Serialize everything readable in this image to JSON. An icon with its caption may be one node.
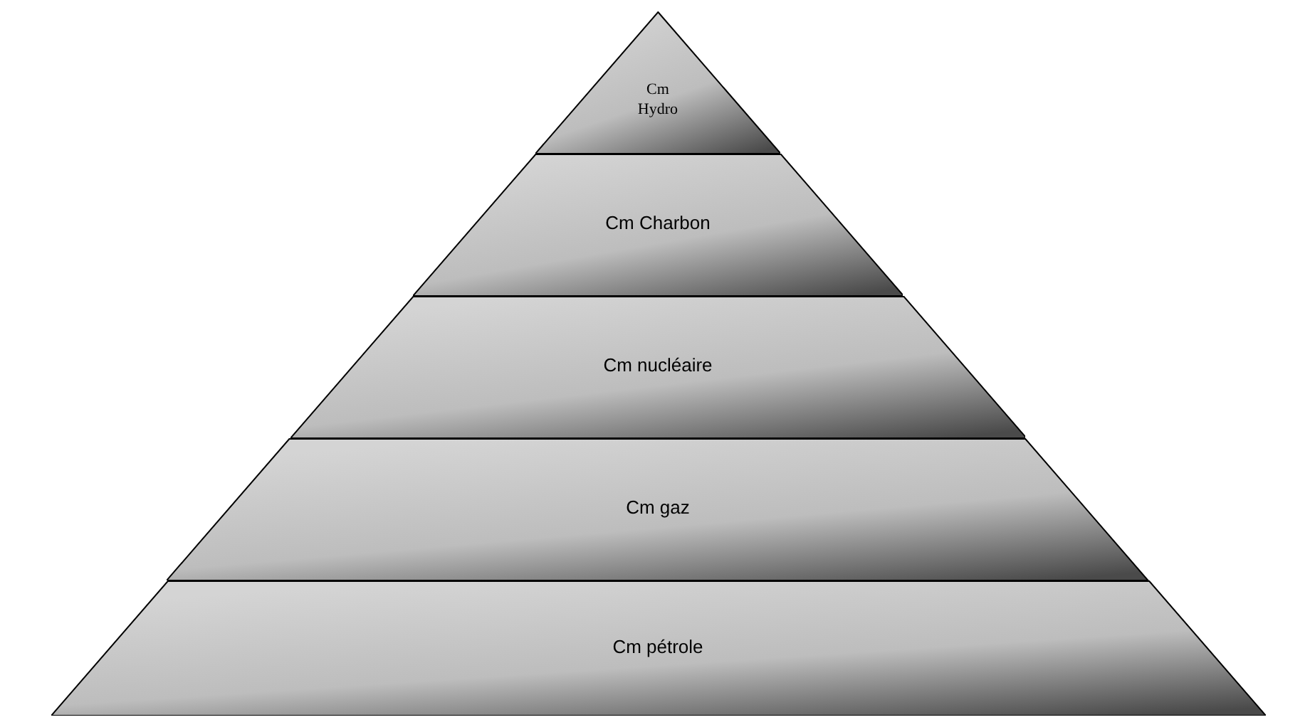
{
  "diagram": {
    "nodes": [
      {
        "text": [
          "Cm Hydro"
        ]
      },
      {
        "text": [
          "Cm Charbon"
        ]
      },
      {
        "text": [
          "Cm nucléaire"
        ]
      },
      {
        "text": [
          "Cm gaz"
        ]
      },
      {
        "text": [
          "Cm pétrole"
        ]
      }
    ],
    "edges": []
  }
}
